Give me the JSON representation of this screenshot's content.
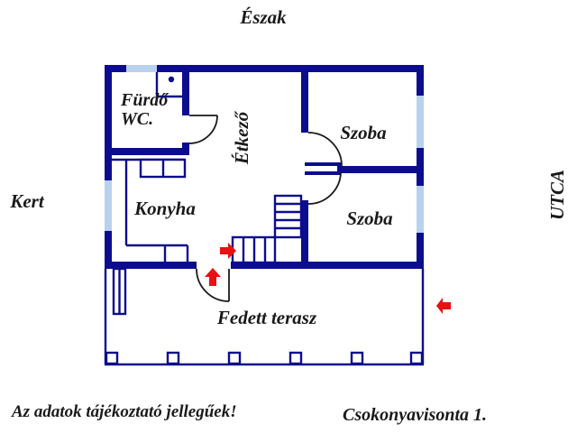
{
  "title": "floor-plan",
  "colors": {
    "wall": "#0c0c8e",
    "window": "#b8d2ee",
    "arrow": "#e81111",
    "text": "#1a1a1a",
    "bg": "#ffffff"
  },
  "compass": {
    "north_label": "Észak"
  },
  "surroundings": {
    "left_label": "Kert",
    "right_label": "UTCA"
  },
  "rooms": [
    {
      "id": "bathroom",
      "label_line1": "Fürdő",
      "label_line2": "WC."
    },
    {
      "id": "dining",
      "label": "Étkező"
    },
    {
      "id": "kitchen",
      "label": "Konyha"
    },
    {
      "id": "room-top",
      "label": "Szoba"
    },
    {
      "id": "room-bottom",
      "label": "Szoba"
    },
    {
      "id": "terrace",
      "label": "Fedett terasz"
    }
  ],
  "footer": {
    "disclaimer": "Az adatok tájékoztató jellegűek!",
    "location": "Csokonyavisonta 1."
  }
}
